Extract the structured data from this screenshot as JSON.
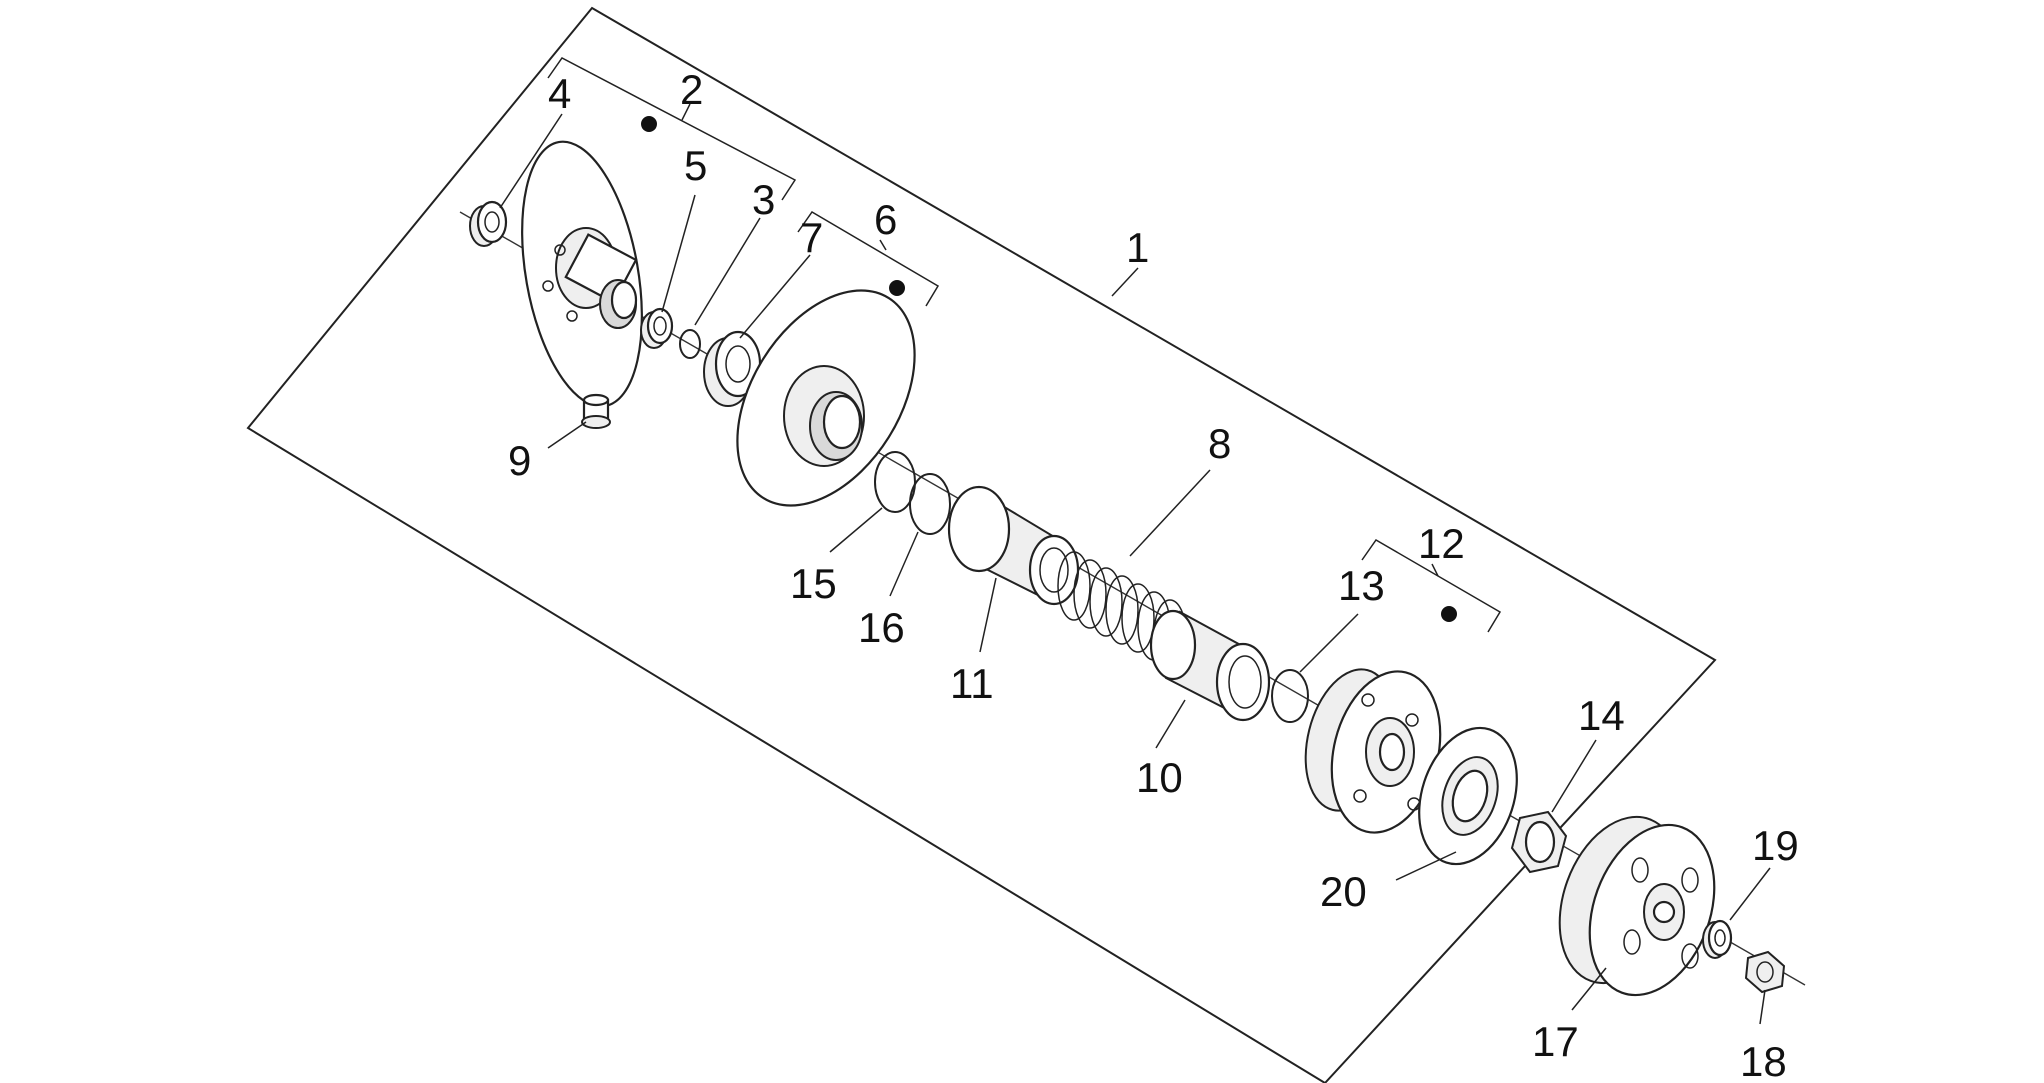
{
  "callouts": [
    {
      "id": "1",
      "text": "1"
    },
    {
      "id": "2",
      "text": "2"
    },
    {
      "id": "3",
      "text": "3"
    },
    {
      "id": "4",
      "text": "4"
    },
    {
      "id": "5",
      "text": "5"
    },
    {
      "id": "6",
      "text": "6"
    },
    {
      "id": "7",
      "text": "7"
    },
    {
      "id": "8",
      "text": "8"
    },
    {
      "id": "9",
      "text": "9"
    },
    {
      "id": "10",
      "text": "10"
    },
    {
      "id": "11",
      "text": "11"
    },
    {
      "id": "12",
      "text": "12"
    },
    {
      "id": "13",
      "text": "13"
    },
    {
      "id": "14",
      "text": "14"
    },
    {
      "id": "15",
      "text": "15"
    },
    {
      "id": "16",
      "text": "16"
    },
    {
      "id": "17",
      "text": "17"
    },
    {
      "id": "18",
      "text": "18"
    },
    {
      "id": "19",
      "text": "19"
    },
    {
      "id": "20",
      "text": "20"
    }
  ],
  "line_color": "#222222",
  "background_color": "#ffffff"
}
